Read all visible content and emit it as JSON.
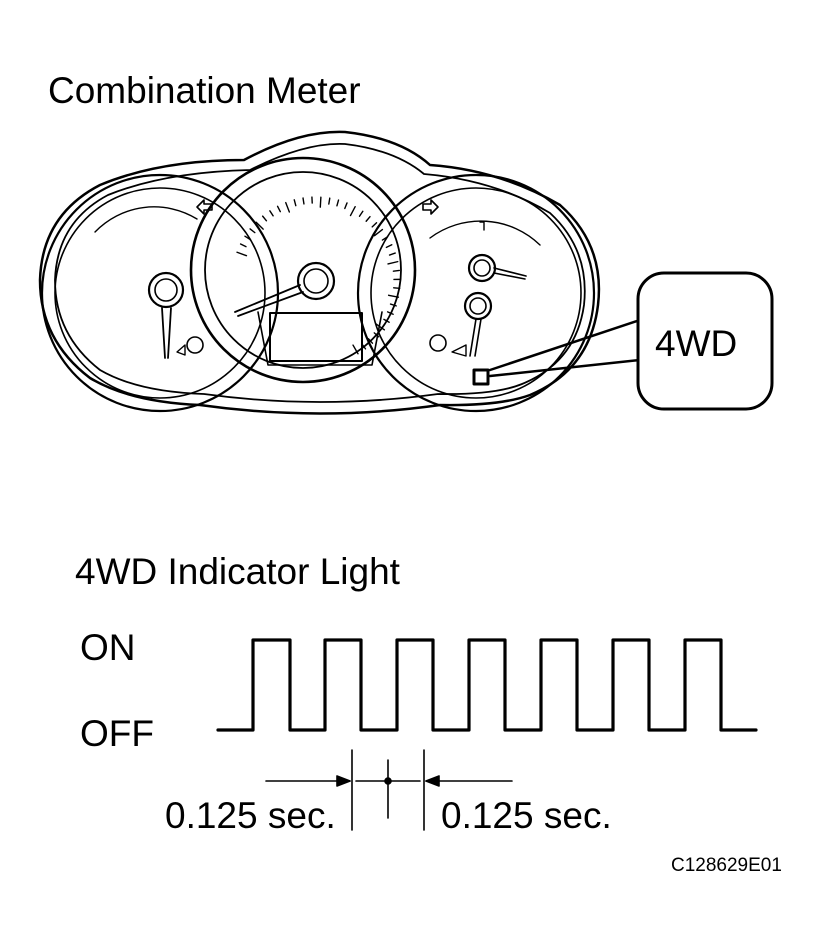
{
  "diagram": {
    "title": "Combination Meter",
    "callout_label": "4WD",
    "indicator_title": "4WD Indicator Light",
    "state_on": "ON",
    "state_off": "OFF",
    "interval_left": "0.125 sec.",
    "interval_right": "0.125 sec.",
    "figure_code": "C128629E01"
  }
}
